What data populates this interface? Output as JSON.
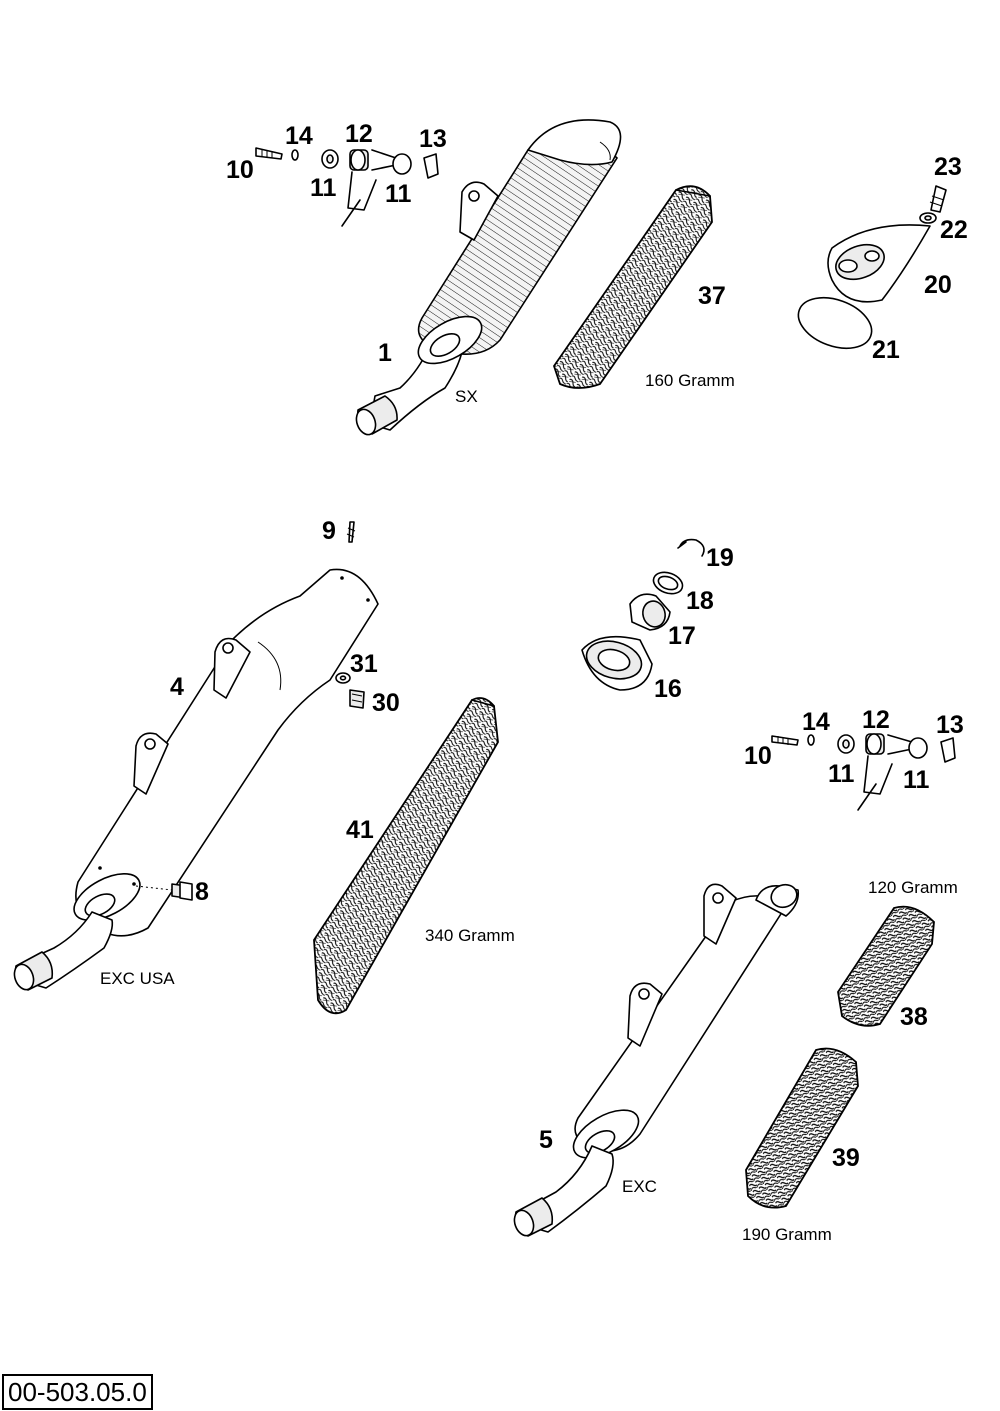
{
  "drawing_code": "00-503.05.0",
  "variants": {
    "sx": "SX",
    "exc_usa": "EXC USA",
    "exc": "EXC"
  },
  "weights": {
    "w37": "160 Gramm",
    "w41": "340 Gramm",
    "w38": "120 Gramm",
    "w39": "190 Gramm"
  },
  "parts_top": {
    "p10": "10",
    "p14": "14",
    "p12": "12",
    "p13": "13",
    "p11a": "11",
    "p11b": "11",
    "p1": "1",
    "p37": "37",
    "p23": "23",
    "p22": "22",
    "p20": "20",
    "p21": "21"
  },
  "parts_left": {
    "p9": "9",
    "p4": "4",
    "p31": "31",
    "p30": "30",
    "p41": "41",
    "p8": "8"
  },
  "parts_right": {
    "p19": "19",
    "p18": "18",
    "p17": "17",
    "p16": "16",
    "p14": "14",
    "p12": "12",
    "p13": "13",
    "p10": "10",
    "p11a": "11",
    "p11b": "11",
    "p5": "5",
    "p38": "38",
    "p39": "39"
  }
}
